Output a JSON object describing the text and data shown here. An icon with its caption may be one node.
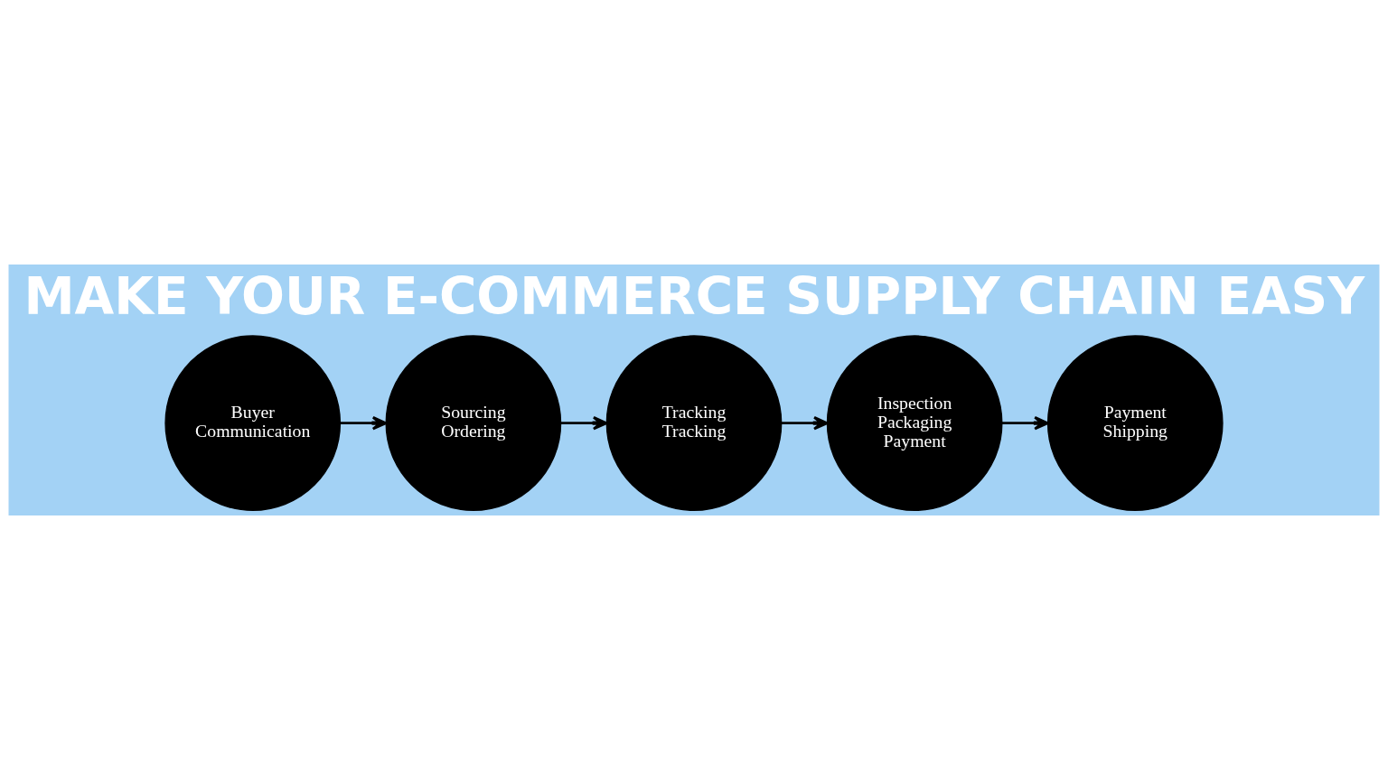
{
  "diagram": {
    "title": "MAKE YOUR E-COMMERCE SUPPLY CHAIN EASY",
    "nodes": [
      {
        "text": [
          "Buyer",
          "Communication"
        ]
      },
      {
        "text": [
          "Sourcing",
          "Ordering"
        ]
      },
      {
        "text": [
          "Tracking",
          "Tracking"
        ]
      },
      {
        "text": [
          "Inspection",
          "Packaging",
          "Payment"
        ]
      },
      {
        "text": [
          "Payment",
          "Shipping"
        ]
      }
    ],
    "edges": [
      {
        "from": 0,
        "to": 1,
        "arrow": "to"
      },
      {
        "from": 1,
        "to": 2,
        "arrow": "to"
      },
      {
        "from": 2,
        "to": 3,
        "arrow": "to"
      },
      {
        "from": 3,
        "to": 4,
        "arrow": "to"
      }
    ]
  }
}
